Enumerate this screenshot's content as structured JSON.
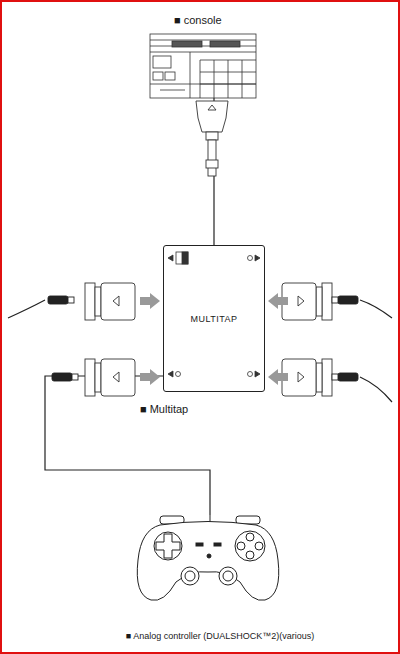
{
  "diagram": {
    "nodes": [
      {
        "text": [
          "■ console"
        ]
      },
      {
        "text": [
          "MULTITAP"
        ]
      },
      {
        "text": [
          "■ Analog controller (DUALSHOCK™2)(various)"
        ]
      }
    ],
    "edges": [
      {
        "from": 0,
        "to": 1,
        "arrow": "none"
      },
      {
        "from": 1,
        "to": 2,
        "arrow": "none"
      }
    ],
    "labels": [
      "■ Multitap"
    ]
  }
}
